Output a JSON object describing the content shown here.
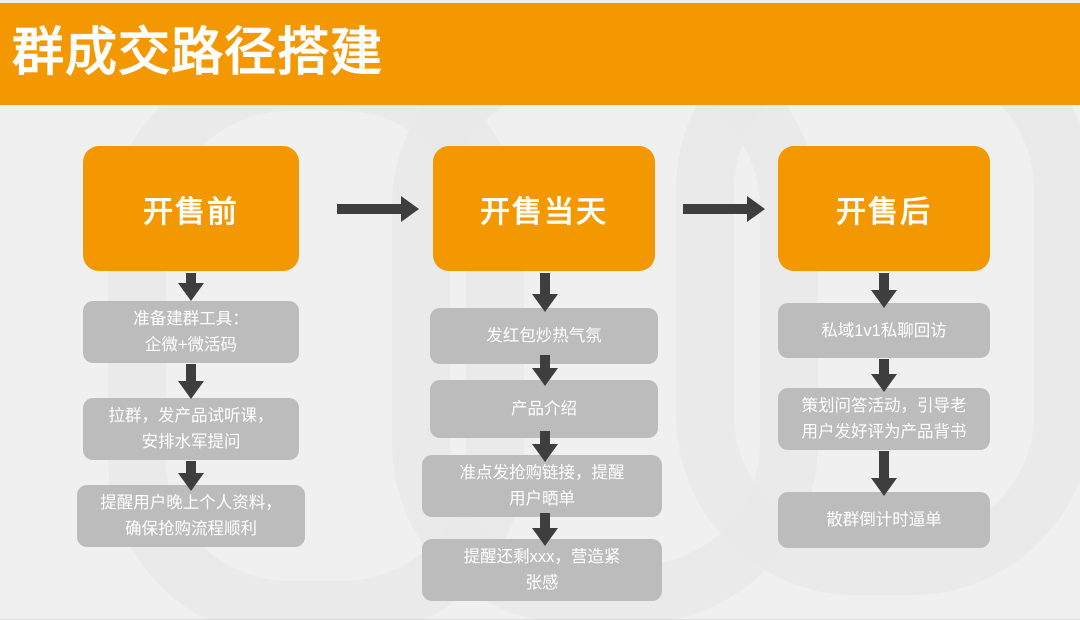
{
  "banner": {
    "title": "群成交路径搭建",
    "background_color": "#F39800",
    "text_color": "#FFFFFF"
  },
  "theme": {
    "accent_color": "#F39800",
    "step_box_color": "#BCBCBC",
    "arrow_color": "#3E3E3E",
    "canvas_background": "#F0F0F0",
    "watermark_color": "#E8E8E8"
  },
  "flow": {
    "columns": [
      {
        "head": "开售前",
        "steps": [
          {
            "lines": [
              "准备建群工具：",
              "企微+微活码"
            ]
          },
          {
            "lines": [
              "拉群，发产品试听课，",
              "安排水军提问"
            ]
          },
          {
            "lines": [
              "提醒用户晚上个人资料，",
              "确保抢购流程顺利"
            ]
          }
        ]
      },
      {
        "head": "开售当天",
        "steps": [
          {
            "lines": [
              "发红包炒热气氛"
            ]
          },
          {
            "lines": [
              "产品介绍"
            ]
          },
          {
            "lines": [
              "准点发抢购链接，提醒",
              "用户晒单"
            ]
          },
          {
            "lines": [
              "提醒还剩xxx，营造紧",
              "张感"
            ]
          }
        ]
      },
      {
        "head": "开售后",
        "steps": [
          {
            "lines": [
              "私域1v1私聊回访"
            ]
          },
          {
            "lines": [
              "策划问答活动，引导老",
              "用户发好评为产品背书"
            ]
          },
          {
            "lines": [
              "散群倒计时逼单"
            ]
          }
        ]
      }
    ],
    "connectors": {
      "between_columns": [
        "right-arrow",
        "right-arrow"
      ],
      "within_column": "down-arrow"
    }
  }
}
